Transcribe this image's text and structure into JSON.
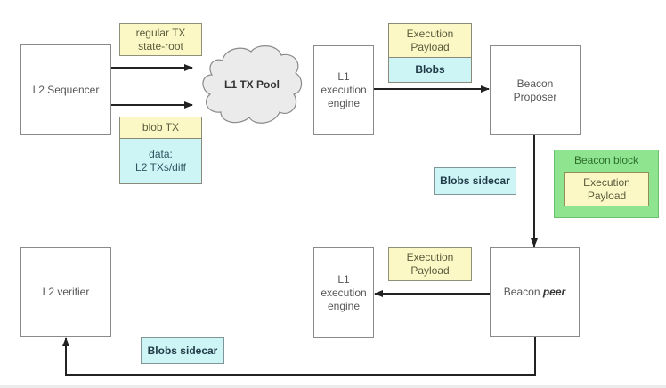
{
  "diagram": {
    "nodes": {
      "l2_sequencer": "L2 Sequencer",
      "l1_tx_pool": "L1 TX Pool",
      "l1_engine_top": [
        "L1",
        "execution",
        "engine"
      ],
      "beacon_proposer": [
        "Beacon",
        "Proposer"
      ],
      "beacon_peer_prefix": "Beacon",
      "beacon_peer_emph": "peer",
      "l1_engine_bottom": [
        "L1",
        "execution",
        "engine"
      ],
      "l2_verifier": "L2 verifier"
    },
    "labels": {
      "regular_tx": [
        "regular TX",
        "state-root"
      ],
      "blob_tx_header": "blob TX",
      "blob_tx_data": [
        "data:",
        "L2 TXs/diff"
      ],
      "exec_payload_top": [
        "Execution",
        "Payload"
      ],
      "blobs_top": "Blobs",
      "blobs_sidecar_right": "Blobs sidecar",
      "beacon_block_title": "Beacon block",
      "beacon_block_payload": [
        "Execution",
        "Payload"
      ],
      "exec_payload_bottom": [
        "Execution",
        "Payload"
      ],
      "blobs_sidecar_bottom": "Blobs sidecar"
    },
    "edges": [
      {
        "from": "L2 Sequencer",
        "to": "L1 TX Pool",
        "label": "regular TX / state-root"
      },
      {
        "from": "L2 Sequencer",
        "to": "L1 TX Pool",
        "label": "blob TX"
      },
      {
        "from": "L1 execution engine",
        "to": "Beacon Proposer",
        "label": "Execution Payload + Blobs"
      },
      {
        "from": "Beacon Proposer",
        "to": "Beacon peer",
        "label": "Beacon block / Blobs sidecar"
      },
      {
        "from": "Beacon peer",
        "to": "L1 execution engine",
        "label": "Execution Payload"
      },
      {
        "from": "Beacon peer",
        "to": "L2 verifier",
        "label": "Blobs sidecar"
      }
    ],
    "colors": {
      "yellow": "#fbf8c6",
      "cyan": "#cdf5f6",
      "green": "#8fe58f"
    }
  }
}
